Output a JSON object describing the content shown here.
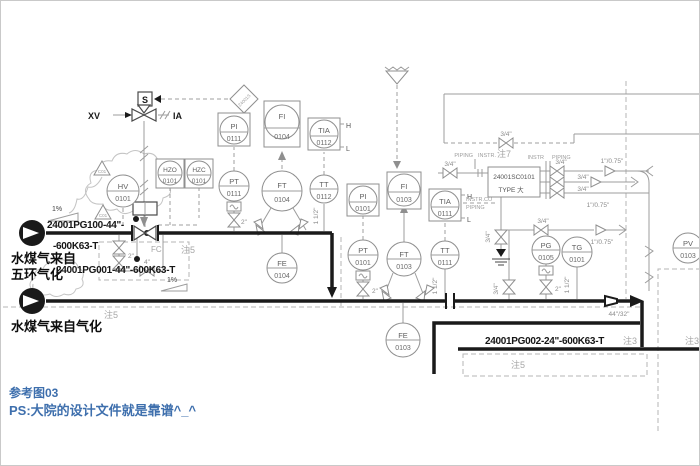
{
  "footer": {
    "ref": "参考图03",
    "ps": "PS:大院的设计文件就是靠谱^_^"
  },
  "feed1": {
    "tag1": "24001PG100-44\"-",
    "tag2": "-600K63-T",
    "src1": "水煤气来自",
    "src2": "五环气化"
  },
  "feed2": {
    "tag": "24001PG001-44\"-600K63-T",
    "src": "水煤气来自气化"
  },
  "outlet": {
    "tag": "24001PG002-24\"-600K63-T",
    "reducer": "44\"/32\""
  },
  "notes": {
    "n3": "注3",
    "n5": "注5",
    "n7": "注7"
  },
  "slope": {
    "pct": "1%"
  },
  "sizes": {
    "s2": "2\"",
    "s4": "4\"",
    "s34": "3/4\"",
    "s112": "1 1/2\"",
    "s1075": "1\"/0.75\""
  },
  "signals": {
    "xv": "XV",
    "ia": "IA",
    "solenoid": "S",
    "fc": "FC",
    "high": "H",
    "low": "L",
    "interlock": "24001S",
    "c01": "C01"
  },
  "boundaries": {
    "piping": "PIPING",
    "instr": "INSTR.",
    "instr2": "INSTR",
    "piping2": "PIPING",
    "instrco": "INSTR.CO",
    "piping3": "PIPING"
  },
  "control_box": {
    "tag": "24001SC0101",
    "type": "TYPE 大"
  },
  "instruments": {
    "pi0111": {
      "tag": "PI",
      "num": "0111"
    },
    "fi0104": {
      "tag": "FI",
      "num": "0104"
    },
    "tia0112": {
      "tag": "TIA",
      "num": "0112"
    },
    "pt0111": {
      "tag": "PT",
      "num": "0111"
    },
    "ft0104": {
      "tag": "FT",
      "num": "0104"
    },
    "tt0112": {
      "tag": "TT",
      "num": "0112"
    },
    "fe0104": {
      "tag": "FE",
      "num": "0104"
    },
    "hzo0101": {
      "tag": "HZO",
      "num": "0101"
    },
    "hzc0101": {
      "tag": "HZC",
      "num": "0101"
    },
    "hv0101": {
      "tag": "HV",
      "num": "0101"
    },
    "pi0101": {
      "tag": "PI",
      "num": "0101"
    },
    "fi0103": {
      "tag": "FI",
      "num": "0103"
    },
    "tia0111": {
      "tag": "TIA",
      "num": "0111"
    },
    "pt0101": {
      "tag": "PT",
      "num": "0101"
    },
    "ft0103": {
      "tag": "FT",
      "num": "0103"
    },
    "tt0111": {
      "tag": "TT",
      "num": "0111"
    },
    "fe0103": {
      "tag": "FE",
      "num": "0103"
    },
    "pg0105": {
      "tag": "PG",
      "num": "0105"
    },
    "tg0101": {
      "tag": "TG",
      "num": "0101"
    },
    "pv0103": {
      "tag": "PV",
      "num": "0103"
    }
  }
}
